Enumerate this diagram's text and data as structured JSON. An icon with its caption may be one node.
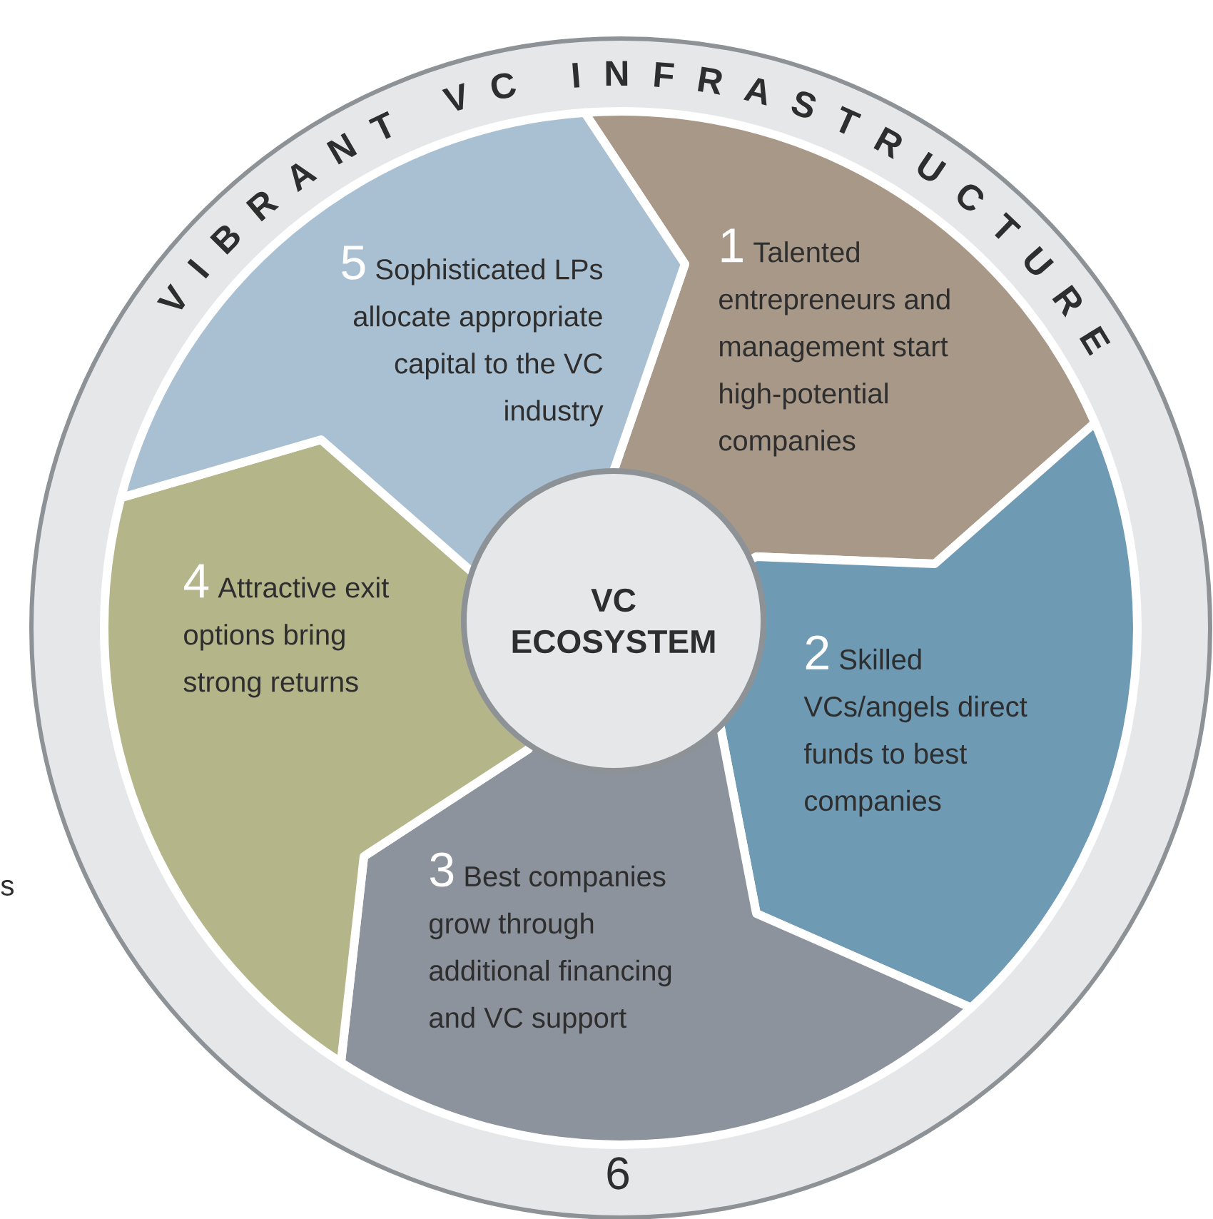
{
  "diagram": {
    "title": "VIBRANT VC INFRASTRUCTURE",
    "nodes": [
      {
        "text": [
          "6"
        ]
      },
      {
        "text": [
          "1",
          "Talented entrepreneurs and management start high-potential companies"
        ],
        "in": 0
      },
      {
        "text": [
          "2",
          "Skilled VCs/angels direct funds to best companies"
        ],
        "in": 0
      },
      {
        "text": [
          "3",
          "Best companies grow through additional financing and VC support"
        ],
        "in": 0
      },
      {
        "text": [
          "4",
          "Attractive exit options bring strong returns"
        ],
        "in": 0
      },
      {
        "text": [
          "5",
          "Sophisticated LPs allocate appropriate capital to the VC industry"
        ],
        "in": 0
      },
      {
        "text": [
          "VC ECOSYSTEM"
        ],
        "in": 0
      }
    ],
    "edges": [],
    "labels": [
      "s"
    ]
  }
}
